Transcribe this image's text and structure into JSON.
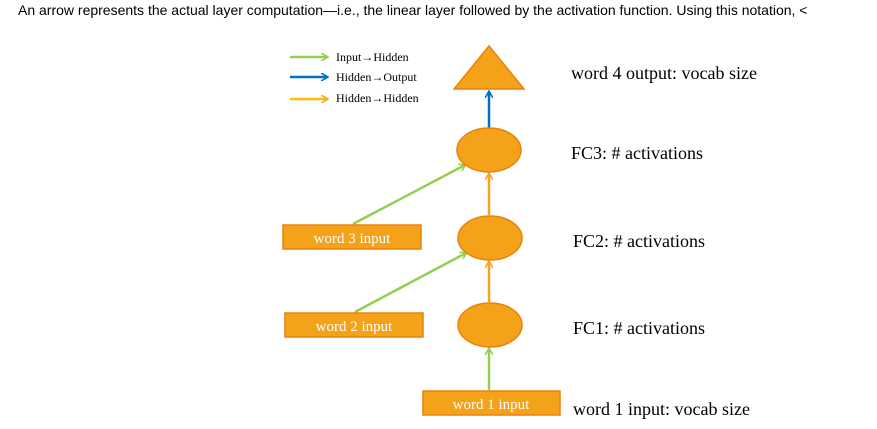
{
  "caption": "An arrow represents the actual layer computation—i.e., the linear layer followed by the activation function. Using this notation, <",
  "legend": [
    {
      "label": "Input→Hidden",
      "color": "#92d050"
    },
    {
      "label": "Hidden→Output",
      "color": "#0070c0"
    },
    {
      "label": "Hidden→Hidden",
      "color": "#ffc000"
    }
  ],
  "nodes": {
    "word3_input": "word 3 input",
    "word2_input": "word 2 input",
    "word1_input": "word 1 input"
  },
  "labels": {
    "output": "word 4 output: vocab size",
    "fc3": "FC3: # activations",
    "fc2": "FC2: # activations",
    "fc1": "FC1: # activations",
    "input": "word 1 input: vocab size"
  },
  "colors": {
    "node_fill": "#f5a21b",
    "node_stroke": "#e8820c",
    "box_text": "#ffffff",
    "input_hidden": "#92d050",
    "hidden_output": "#0070c0",
    "hidden_hidden": "#f5a623"
  }
}
